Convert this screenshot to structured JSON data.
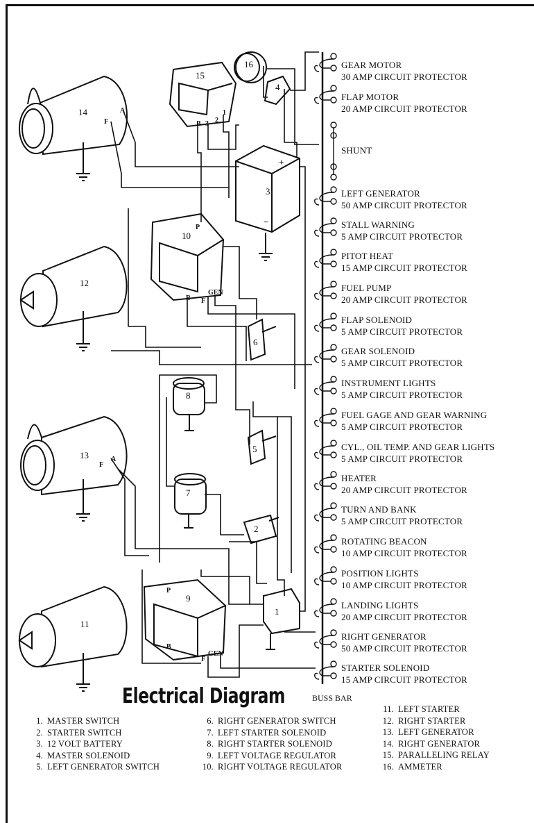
{
  "title": "Electrical Diagram",
  "buss_bar_label": "BUSS BAR",
  "shunt_label": "SHUNT",
  "circuit_protectors": [
    {
      "name": "GEAR MOTOR",
      "rating": "30 AMP CIRCUIT PROTECTOR"
    },
    {
      "name": "FLAP MOTOR",
      "rating": "20 AMP CIRCUIT PROTECTOR"
    },
    {
      "name": "LEFT GENERATOR",
      "rating": "50 AMP CIRCUIT PROTECTOR"
    },
    {
      "name": "STALL WARNING",
      "rating": "5 AMP CIRCUIT PROTECTOR"
    },
    {
      "name": "PITOT HEAT",
      "rating": "15 AMP CIRCUIT PROTECTOR"
    },
    {
      "name": "FUEL PUMP",
      "rating": "20 AMP CIRCUIT PROTECTOR"
    },
    {
      "name": "FLAP SOLENOID",
      "rating": "5 AMP CIRCUIT PROTECTOR"
    },
    {
      "name": "GEAR SOLENOID",
      "rating": "5 AMP CIRCUIT PROTECTOR"
    },
    {
      "name": "INSTRUMENT LIGHTS",
      "rating": "5 AMP CIRCUIT PROTECTOR"
    },
    {
      "name": "FUEL GAGE AND GEAR WARNING",
      "rating": "5 AMP CIRCUIT PROTECTOR"
    },
    {
      "name": "CYL., OIL TEMP. AND GEAR LIGHTS",
      "rating": "5 AMP CIRCUIT PROTECTOR"
    },
    {
      "name": "HEATER",
      "rating": "20 AMP CIRCUIT PROTECTOR"
    },
    {
      "name": "TURN AND BANK",
      "rating": "5 AMP CIRCUIT PROTECTOR"
    },
    {
      "name": "ROTATING BEACON",
      "rating": "10 AMP CIRCUIT PROTECTOR"
    },
    {
      "name": "POSITION LIGHTS",
      "rating": "10 AMP CIRCUIT PROTECTOR"
    },
    {
      "name": "LANDING LIGHTS",
      "rating": "20 AMP CIRCUIT PROTECTOR"
    },
    {
      "name": "RIGHT GENERATOR",
      "rating": "50 AMP CIRCUIT PROTECTOR"
    },
    {
      "name": "STARTER SOLENOID",
      "rating": "15 AMP CIRCUIT PROTECTOR"
    }
  ],
  "component_numbers": [
    "1",
    "2",
    "3",
    "4",
    "5",
    "6",
    "7",
    "8",
    "9",
    "10",
    "11",
    "12",
    "13",
    "14",
    "15",
    "16"
  ],
  "terminal_labels": {
    "f": "F",
    "a": "A",
    "p": "P",
    "b": "B",
    "gen": "GEN",
    "plus": "+",
    "minus": "−",
    "t3": "3",
    "t2": "2",
    "t1": "1"
  },
  "legend": [
    {
      "num": "1.",
      "label": "MASTER SWITCH"
    },
    {
      "num": "2.",
      "label": "STARTER SWITCH"
    },
    {
      "num": "3.",
      "label": "12 VOLT BATTERY"
    },
    {
      "num": "4.",
      "label": "MASTER SOLENOID"
    },
    {
      "num": "5.",
      "label": "LEFT GENERATOR SWITCH"
    },
    {
      "num": "6.",
      "label": "RIGHT GENERATOR SWITCH"
    },
    {
      "num": "7.",
      "label": "LEFT STARTER SOLENOID"
    },
    {
      "num": "8.",
      "label": "RIGHT STARTER SOLENOID"
    },
    {
      "num": "9.",
      "label": "LEFT VOLTAGE REGULATOR"
    },
    {
      "num": "10.",
      "label": "RIGHT VOLTAGE REGULATOR"
    },
    {
      "num": "11.",
      "label": "LEFT STARTER"
    },
    {
      "num": "12.",
      "label": "RIGHT STARTER"
    },
    {
      "num": "13.",
      "label": "LEFT GENERATOR"
    },
    {
      "num": "14.",
      "label": "RIGHT GENERATOR"
    },
    {
      "num": "15.",
      "label": "PARALLELING RELAY"
    },
    {
      "num": "16.",
      "label": "AMMETER"
    }
  ]
}
